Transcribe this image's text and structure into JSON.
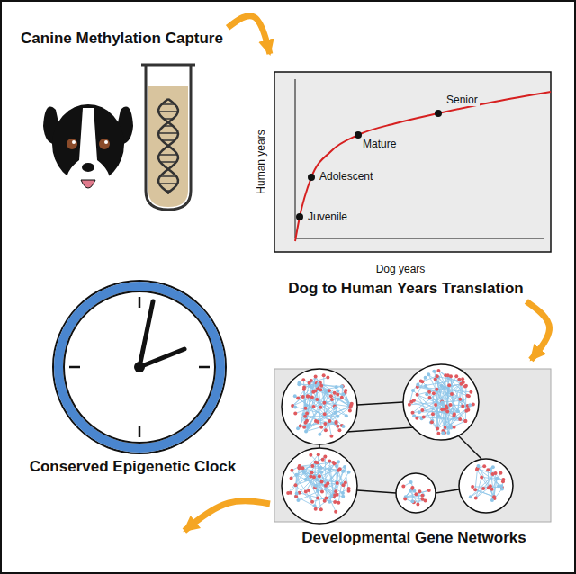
{
  "diagram": {
    "nodes": [
      {
        "text": [
          "Canine Methylation Capture"
        ]
      },
      {
        "text": [
          "Dog to Human Years Translation"
        ]
      },
      {
        "text": [
          "Developmental Gene Networks"
        ]
      },
      {
        "text": [
          "Conserved Epigenetic Clock"
        ]
      }
    ],
    "edges": [
      {
        "from": 0,
        "to": 1,
        "arrow": "to"
      },
      {
        "from": 1,
        "to": 2,
        "arrow": "to"
      },
      {
        "from": 2,
        "to": 3,
        "arrow": "to"
      }
    ],
    "labels": [
      "Human years",
      "Dog years",
      "Juvenile",
      "Adolescent",
      "Mature",
      "Senior"
    ]
  }
}
